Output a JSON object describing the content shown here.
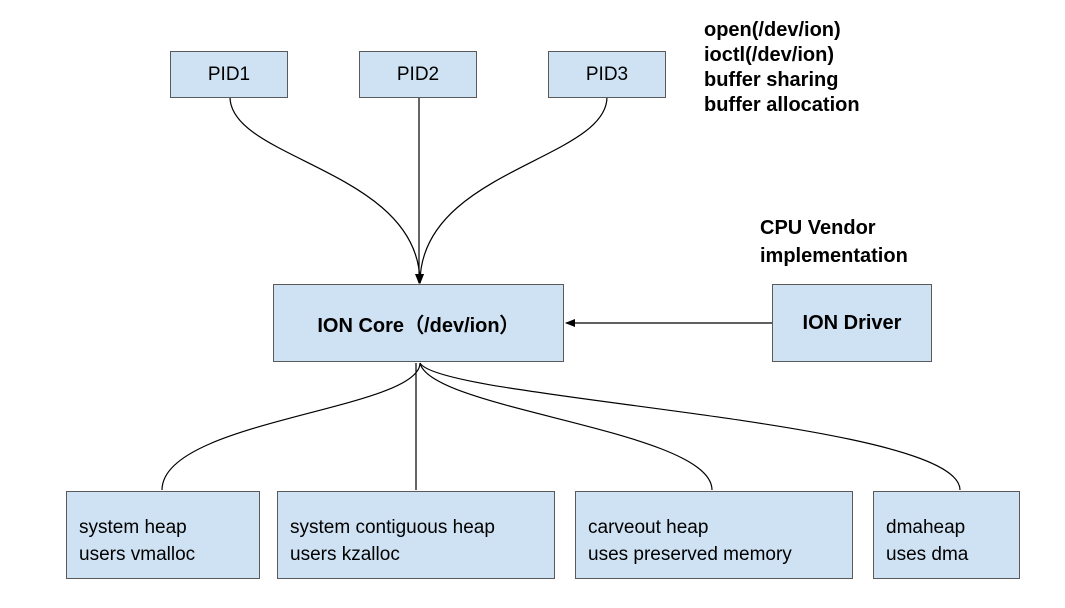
{
  "processes": [
    {
      "label": "PID1"
    },
    {
      "label": "PID2"
    },
    {
      "label": "PID3"
    }
  ],
  "ion_core": {
    "label": "ION Core（/dev/ion）"
  },
  "ion_driver": {
    "label": "ION Driver"
  },
  "annotations": {
    "process_ops": [
      "open(/dev/ion)",
      "ioctl(/dev/ion)",
      "buffer sharing",
      "buffer allocation"
    ],
    "vendor_note": [
      "CPU Vendor",
      "implementation"
    ]
  },
  "heaps": [
    {
      "line1": "system heap",
      "line2": "users vmalloc"
    },
    {
      "line1": "system contiguous heap",
      "line2": "users kzalloc"
    },
    {
      "line1": "carveout heap",
      "line2": "uses preserved memory"
    },
    {
      "line1": "dmaheap",
      "line2": "uses dma"
    }
  ],
  "colors": {
    "box_fill": "#cfe2f3",
    "box_border": "#5a5a5a",
    "edge": "#000000"
  }
}
